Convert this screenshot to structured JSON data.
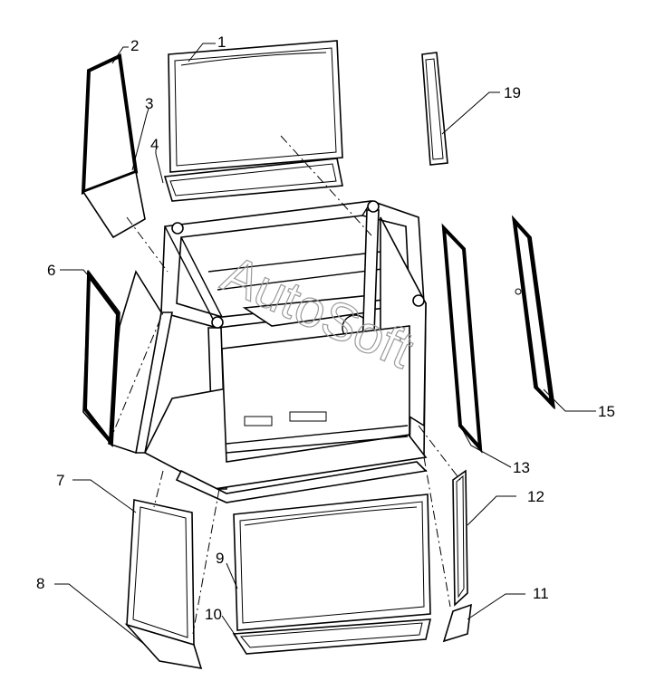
{
  "diagram": {
    "callouts": [
      {
        "id": "1",
        "text": "1"
      },
      {
        "id": "2",
        "text": "2"
      },
      {
        "id": "3",
        "text": "3"
      },
      {
        "id": "4",
        "text": "4"
      },
      {
        "id": "6",
        "text": "6"
      },
      {
        "id": "7",
        "text": "7"
      },
      {
        "id": "8",
        "text": "8"
      },
      {
        "id": "9",
        "text": "9"
      },
      {
        "id": "10",
        "text": "10"
      },
      {
        "id": "11",
        "text": "11"
      },
      {
        "id": "12",
        "text": "12"
      },
      {
        "id": "13",
        "text": "13"
      },
      {
        "id": "15",
        "text": "15"
      },
      {
        "id": "19",
        "text": "19"
      }
    ],
    "watermark": "AutoSoft"
  }
}
